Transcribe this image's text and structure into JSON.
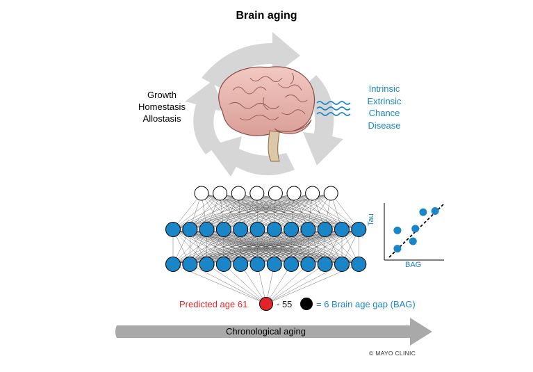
{
  "title": "Brain aging",
  "processes": [
    "Growth",
    "Homestasis",
    "Allostasis"
  ],
  "factors": [
    "Intrinsic",
    "Extrinsic",
    "Chance",
    "Disease"
  ],
  "equation": {
    "predicted_label": "Predicted age 61",
    "minus_label": "- 55",
    "result_label": "= 6 Brain age gap (BAG)"
  },
  "scatter": {
    "type": "scatter",
    "xlabel": "BAG",
    "ylabel": "Tau",
    "points": [
      {
        "x": 0.22,
        "y": 0.2
      },
      {
        "x": 0.22,
        "y": 0.52
      },
      {
        "x": 0.48,
        "y": 0.33
      },
      {
        "x": 0.52,
        "y": 0.55
      },
      {
        "x": 0.65,
        "y": 0.84
      },
      {
        "x": 0.85,
        "y": 0.86
      }
    ],
    "xlim": [
      0,
      1
    ],
    "ylim": [
      0,
      1
    ],
    "trend_line": "dashed"
  },
  "network": {
    "input_nodes": 8,
    "hidden_layer_nodes": 12,
    "hidden_layers": 2,
    "output_nodes": 1
  },
  "arrow_label": "Chronological aging",
  "credit": "© MAYO CLINIC",
  "colors": {
    "blue": "#1a86c8",
    "red": "#e0242a",
    "gray_arrow": "#d6d6d6",
    "aging_arrow": "#a9a9a9"
  }
}
